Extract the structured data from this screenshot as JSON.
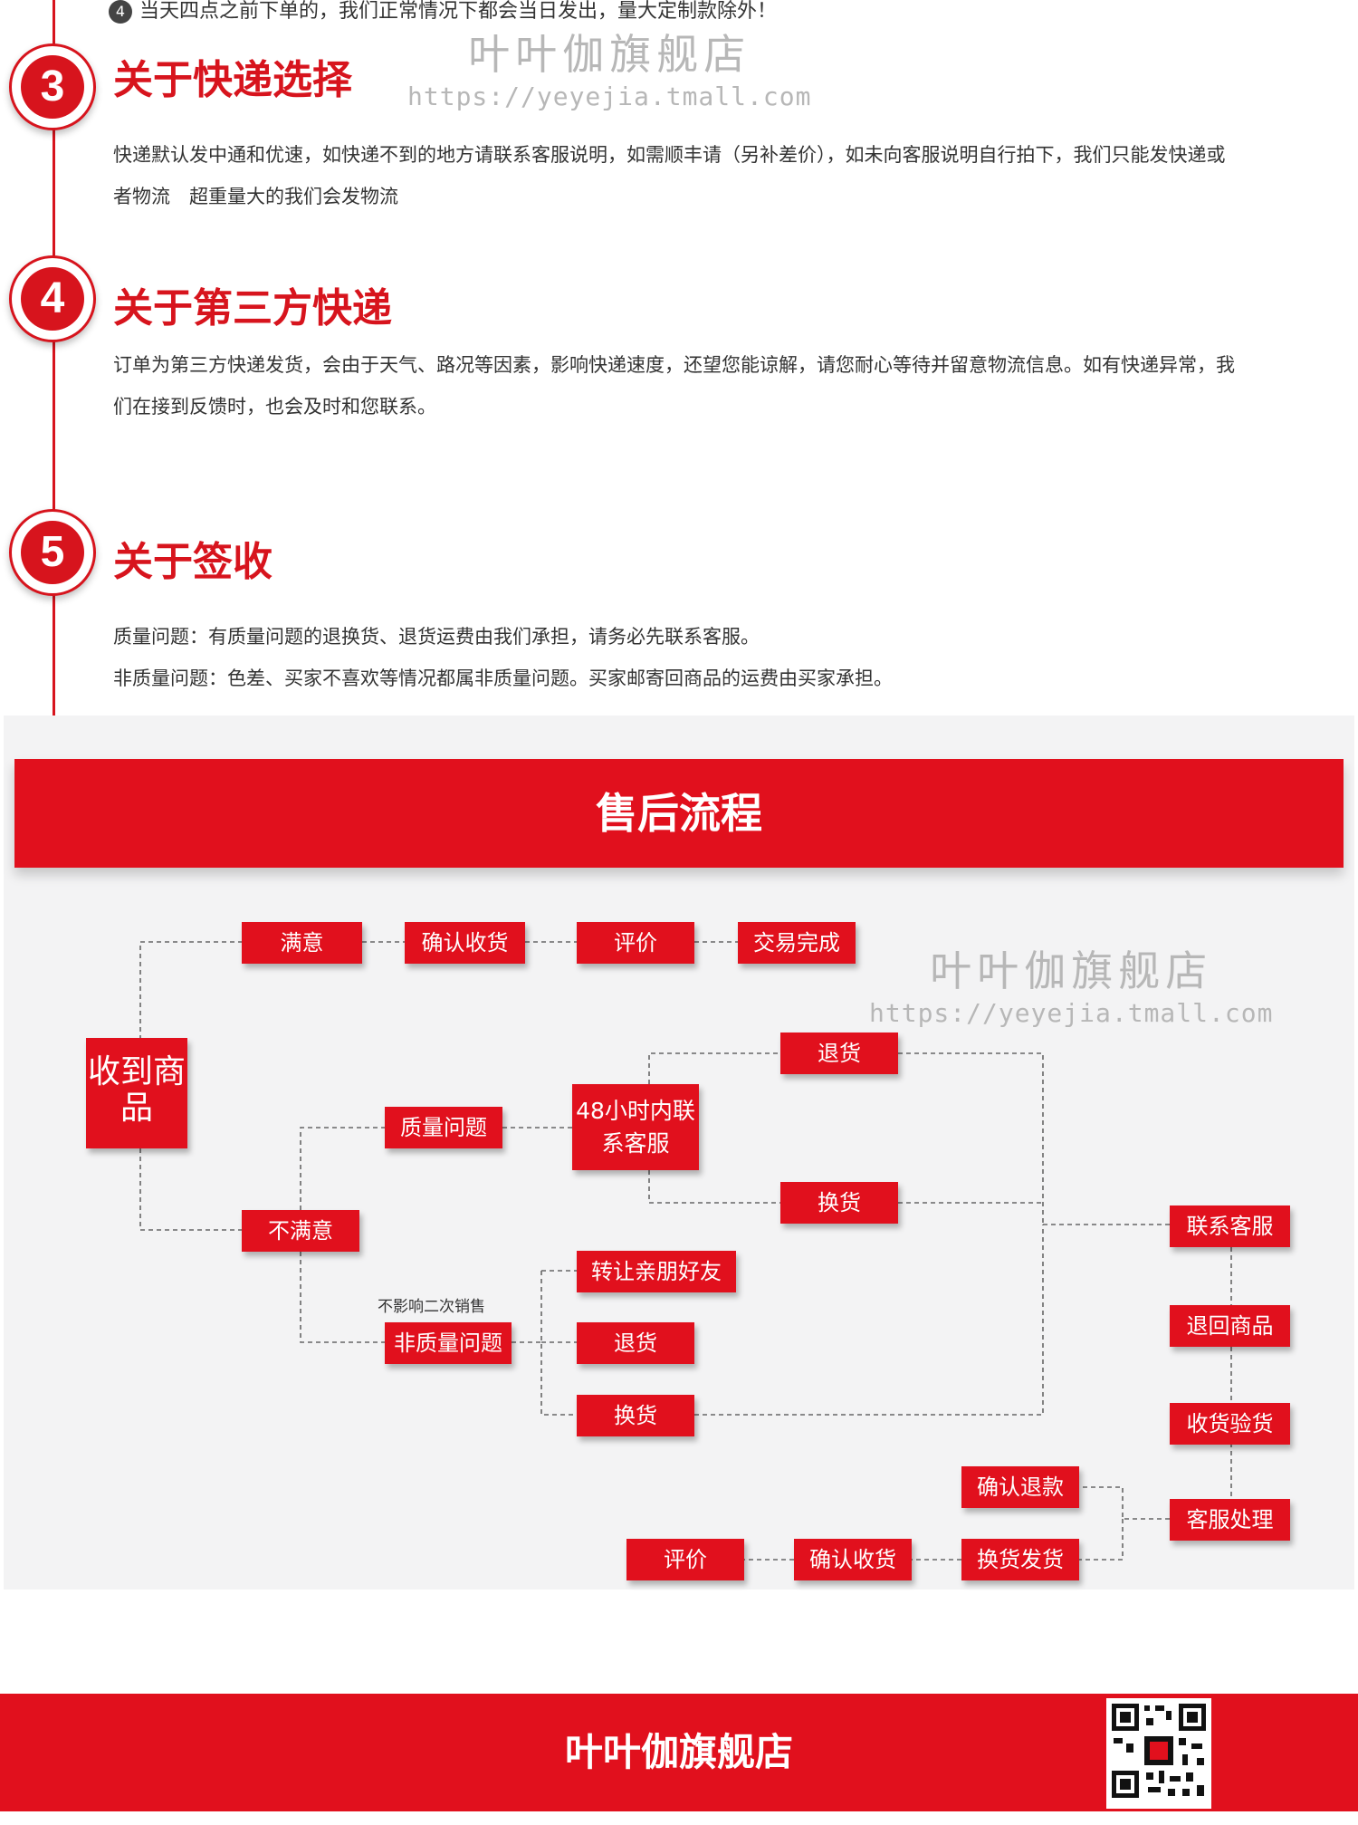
{
  "top_note": {
    "number": "4",
    "text": "当天四点之前下单的，我们正常情况下都会当日发出，量大定制款除外！"
  },
  "watermark": {
    "name": "叶叶伽旗舰店",
    "url": "https://yeyejia.tmall.com"
  },
  "steps": [
    {
      "number": "3",
      "title": "关于快递选择",
      "text": "快递默认发中通和优速，如快递不到的地方请联系客服说明，如需顺丰请（另补差价），如未向客服说明自行拍下，我们只能发快递或者物流　超重量大的我们会发物流"
    },
    {
      "number": "4",
      "title": "关于第三方快递",
      "text": "订单为第三方快递发货，会由于天气、路况等因素，影响快递速度，还望您能谅解，请您耐心等待并留意物流信息。如有快递异常，我们在接到反馈时，也会及时和您联系。"
    },
    {
      "number": "5",
      "title": "关于签收",
      "lines": [
        "质量问题：有质量问题的退换货、退货运费由我们承担，请务必先联系客服。",
        "非质量问题：色差、买家不喜欢等情况都属非质量问题。买家邮寄回商品的运费由买家承担。"
      ]
    }
  ],
  "flow": {
    "title": "售后流程",
    "received": "收到商品",
    "satisfied": "满意",
    "confirm_receipt": "确认收货",
    "review": "评价",
    "deal_done": "交易完成",
    "unsatisfied": "不满意",
    "quality_issue": "质量问题",
    "contact_48h": "48小时内联系客服",
    "return_goods": "退货",
    "exchange_goods": "换货",
    "non_quality_issue": "非质量问题",
    "no_resale_note": "不影响二次销售",
    "transfer_friends": "转让亲朋好友",
    "return_goods_2": "退货",
    "exchange_goods_2": "换货",
    "contact_service": "联系客服",
    "return_item": "退回商品",
    "inspect_goods": "收货验货",
    "service_process": "客服处理",
    "confirm_refund": "确认退款",
    "exchange_ship": "换货发货",
    "confirm_receipt_2": "确认收货",
    "review_2": "评价"
  },
  "footer": {
    "store_name": "叶叶伽旗舰店",
    "qr_label": "qr-code-icon"
  },
  "colors": {
    "brand_red": "#e1101d",
    "text": "#333333",
    "watermark": "#b7b7b7",
    "flow_bg": "#f3f3f4"
  }
}
